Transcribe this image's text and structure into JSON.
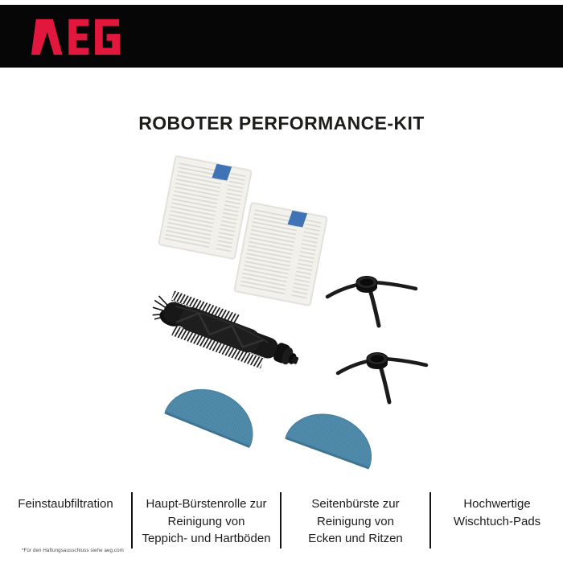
{
  "brand": {
    "logo_text": "AEG",
    "logo_color": "#e2173d",
    "banner_bg": "#060606"
  },
  "title": "ROBOTER PERFORMANCE-KIT",
  "products": [
    {
      "name": "dust-filter",
      "count": 2,
      "body_color": "#f2f1ec",
      "pleat_color": "#dcdad4",
      "tab_color": "#3e73b5"
    },
    {
      "name": "main-brush-roll",
      "count": 1,
      "color": "#181818"
    },
    {
      "name": "side-brush",
      "count": 2,
      "color": "#1c1c1c"
    },
    {
      "name": "mop-pad",
      "count": 2,
      "color": "#4d88a8"
    }
  ],
  "captions": [
    {
      "lines": [
        "Feinstaubfiltration"
      ]
    },
    {
      "lines": [
        "Haupt-Bürstenrolle zur",
        "Reinigung von",
        "Teppich- und Hartböden"
      ]
    },
    {
      "lines": [
        "Seitenbürste zur",
        "Reinigung von",
        "Ecken und Ritzen"
      ]
    },
    {
      "lines": [
        "Hochwertige",
        "Wischtuch-Pads"
      ]
    }
  ],
  "footnote": "*Für den Haftungsausschluss siehe aeg.com"
}
